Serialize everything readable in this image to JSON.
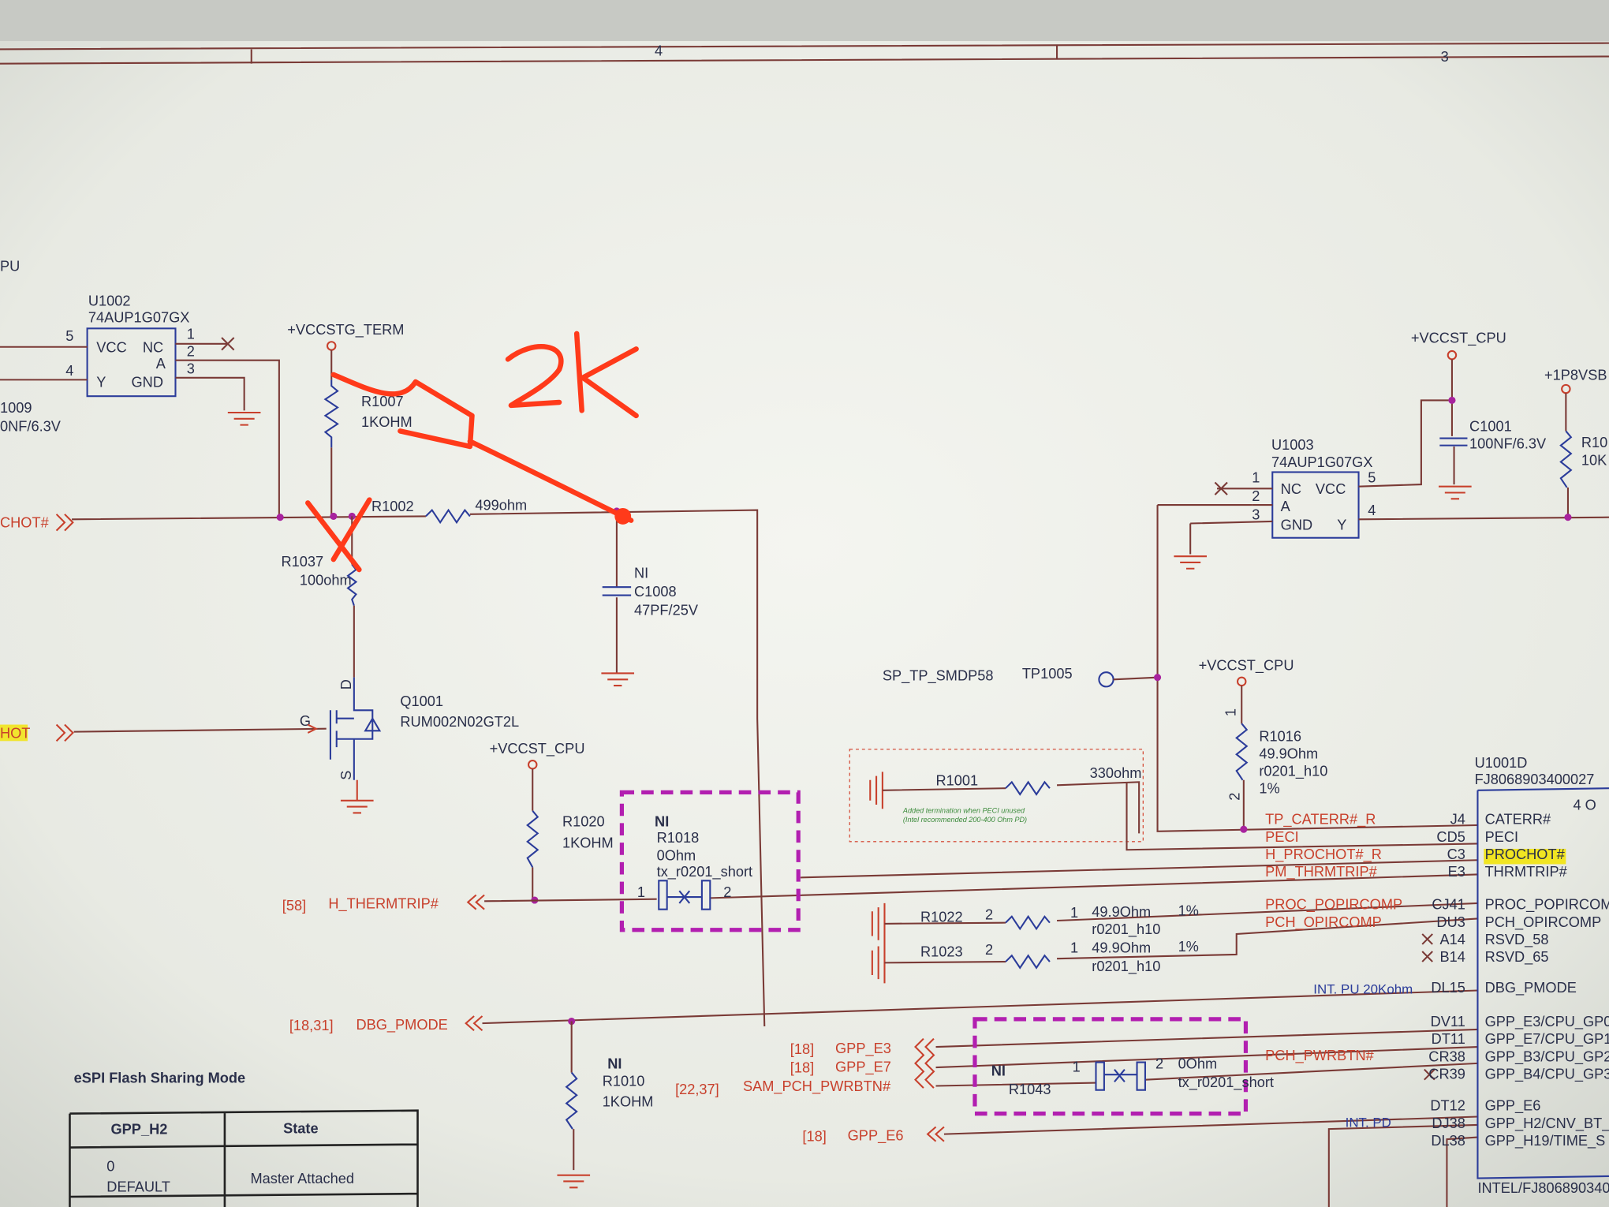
{
  "frame": {
    "zone_left": "4",
    "zone_right": "3",
    "cut_left": "PU"
  },
  "u1002": {
    "ref": "U1002",
    "part": "74AUP1G07GX",
    "pins": {
      "p5": "5",
      "p4": "4",
      "p1": "1",
      "p2": "2",
      "p3": "3"
    },
    "labels": {
      "vcc": "VCC",
      "nc": "NC",
      "a": "A",
      "y": "Y",
      "gnd": "GND"
    }
  },
  "c1009_cut": {
    "ref": "1009",
    "value": "0NF/6.3V"
  },
  "vccstg_term": "+VCCSTG_TERM",
  "r1007": {
    "ref": "R1007",
    "value": "1KOHM"
  },
  "r1002": {
    "ref": "R1002",
    "value": "499ohm"
  },
  "r1037": {
    "ref": "R1037",
    "value": "100ohm"
  },
  "c1008": {
    "ni": "NI",
    "ref": "C1008",
    "value": "47PF/25V"
  },
  "q1001": {
    "ref": "Q1001",
    "part": "RUM002N02GT2L",
    "d": "D",
    "g": "G",
    "s": "S"
  },
  "net_prochot_left": "CHOT#",
  "net_hot_left": "HOT",
  "annotation": {
    "text": "2K"
  },
  "vccst_cpu_1": "+VCCST_CPU",
  "r1020": {
    "ref": "R1020",
    "value": "1KOHM"
  },
  "r1018": {
    "ni": "NI",
    "ref": "R1018",
    "value": "0Ohm",
    "footprint": "tx_r0201_short",
    "pin1": "1",
    "pin2": "2"
  },
  "h_thermtrip": {
    "sheet": "[58]",
    "net": "H_THERMTRIP#"
  },
  "dbg_pmode": {
    "sheet": "[18,31]",
    "net": "DBG_PMODE"
  },
  "r1010": {
    "ni": "NI",
    "ref": "R1010",
    "value": "1KOHM"
  },
  "espi": {
    "title": "eSPI Flash Sharing Mode",
    "headers": [
      "GPP_H2",
      "State"
    ],
    "rows": [
      {
        "c1a": "0",
        "c1b": "DEFAULT",
        "c2": "Master Attached"
      }
    ]
  },
  "gpp_nets": [
    {
      "sheet": "[18]",
      "net": "GPP_E3"
    },
    {
      "sheet": "[18]",
      "net": "GPP_E7"
    },
    {
      "sheet": "[22,37]",
      "net": "SAM_PCH_PWRBTN#"
    },
    {
      "sheet": "[18]",
      "net": "GPP_E6"
    }
  ],
  "r1043": {
    "ni": "NI",
    "ref": "R1043",
    "value": "0Ohm",
    "footprint": "tx_r0201_short",
    "pin1": "1",
    "pin2": "2"
  },
  "pch_pwrbtn": "PCH_PWRBTN#",
  "int_pu": "INT. PU 20Kohm",
  "int_pd": "INT. PD",
  "tp1005": {
    "net": "SP_TP_SMDP58",
    "ref": "TP1005"
  },
  "vccst_cpu_2": "+VCCST_CPU",
  "r1016": {
    "ref": "R1016",
    "value": "49.9Ohm",
    "footprint": "r0201_h10",
    "tol": "1%",
    "pin1": "1",
    "pin2": "2"
  },
  "r1001": {
    "ref": "R1001",
    "value": "330ohm",
    "note1": "Added termination when PECI unused",
    "note2": "(Intel recommended 200-400 Ohm PD)"
  },
  "r1022": {
    "ref": "R1022",
    "value": "49.9Ohm",
    "footprint": "r0201_h10",
    "tol": "1%",
    "pin1": "1",
    "pin2": "2"
  },
  "r1023": {
    "ref": "R1023",
    "value": "49.9Ohm",
    "footprint": "r0201_h10",
    "tol": "1%",
    "pin1": "1",
    "pin2": "2"
  },
  "u1003": {
    "ref": "U1003",
    "part": "74AUP1G07GX",
    "pins": {
      "p1": "1",
      "p2": "2",
      "p3": "3",
      "p5": "5",
      "p4": "4"
    },
    "labels": {
      "nc": "NC",
      "vcc": "VCC",
      "a": "A",
      "gnd": "GND",
      "y": "Y"
    }
  },
  "vccst_cpu_3": "+VCCST_CPU",
  "c1001": {
    "ref": "C1001",
    "value": "100NF/6.3V"
  },
  "p1p8vsb": "+1P8VSB",
  "r10_cut": {
    "ref": "R10",
    "value": "10K"
  },
  "u1001d": {
    "ref": "U1001D",
    "part": "FJ8068903400027",
    "unit": "4 O",
    "footer": "INTEL/FJ8068903400",
    "pins": [
      {
        "net": "TP_CATERR#_R",
        "ball": "J4",
        "name": "CATERR#"
      },
      {
        "net": "PECI",
        "ball": "CD5",
        "name": "PECI"
      },
      {
        "net": "H_PROCHOT#_R",
        "ball": "C3",
        "name": "PROCHOT#"
      },
      {
        "net": "PM_THRMTRIP#",
        "ball": "E3",
        "name": "THRMTRIP#"
      },
      {
        "net": "PROC_POPIRCOMP",
        "ball": "CJ41",
        "name": "PROC_POPIRCOM"
      },
      {
        "net": "PCH_OPIRCOMP",
        "ball": "DU3",
        "name": "PCH_OPIRCOMP"
      },
      {
        "net": "",
        "ball": "A14",
        "name": "RSVD_58"
      },
      {
        "net": "",
        "ball": "B14",
        "name": "RSVD_65"
      },
      {
        "net": "",
        "ball": "DL15",
        "name": "DBG_PMODE"
      },
      {
        "net": "",
        "ball": "DV11",
        "name": "GPP_E3/CPU_GP0"
      },
      {
        "net": "",
        "ball": "DT11",
        "name": "GPP_E7/CPU_GP1"
      },
      {
        "net": "",
        "ball": "CR38",
        "name": "GPP_B3/CPU_GP2"
      },
      {
        "net": "",
        "ball": "CR39",
        "name": "GPP_B4/CPU_GP3"
      },
      {
        "net": "",
        "ball": "DT12",
        "name": "GPP_E6"
      },
      {
        "net": "",
        "ball": "DJ38",
        "name": "GPP_H2/CNV_BT_"
      },
      {
        "net": "",
        "ball": "DL38",
        "name": "GPP_H19/TIME_S"
      }
    ]
  }
}
